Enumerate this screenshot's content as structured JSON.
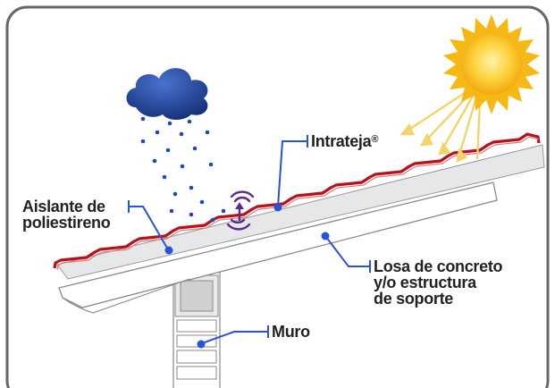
{
  "labels": {
    "intrateja": "Intrateja",
    "intrateja_mark": "®",
    "aislante_line1": "Aislante de",
    "aislante_line2": "poliestireno",
    "losa_line1": "Losa de concreto",
    "losa_line2": "y/o estructura",
    "losa_line3": "de soporte",
    "muro": "Muro"
  },
  "colors": {
    "leader": "#2a52d6",
    "roof_red": "#b5121b",
    "slab_fill": "#e6e7e8",
    "frame": "#666666",
    "cloud": "#1e3f8f",
    "rain": "#1f4bb0",
    "sun": "#f6b814",
    "rays": "#f3d36b",
    "signal": "#5a2a8f"
  },
  "icons": [
    "rain-cloud-icon",
    "sun-icon",
    "wireless-signal-icon"
  ]
}
